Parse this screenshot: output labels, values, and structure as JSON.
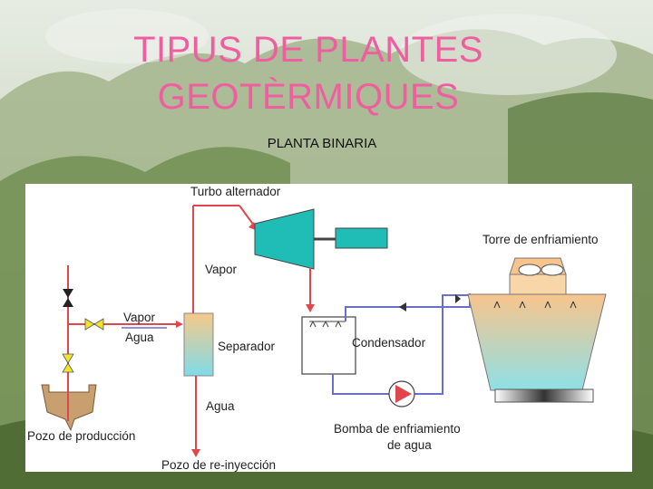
{
  "slide": {
    "title_line1": "TIPUS DE PLANTES",
    "title_line2": "GEOTÈRMIQUES",
    "subtitle": "PLANTA BINARIA"
  },
  "diagram": {
    "labels": {
      "turbo": "Turbo alternador",
      "torre": "Torre de enfriamiento",
      "vapor_turbine": "Vapor",
      "vapor_left": "Vapor",
      "agua_left": "Agua",
      "separador": "Separador",
      "condensador": "Condensador",
      "agua_down": "Agua",
      "bomba_line1": "Bomba de enfriamiento",
      "bomba_line2": "de agua",
      "pozo_produccion": "Pozo de producción",
      "pozo_reinyeccion": "Pozo de re-inyección"
    },
    "colors": {
      "steam_line": "#e0474c",
      "water_line": "#6a6fc9",
      "turbine": "#1fbdb6",
      "valve": "#f2e42c"
    }
  }
}
